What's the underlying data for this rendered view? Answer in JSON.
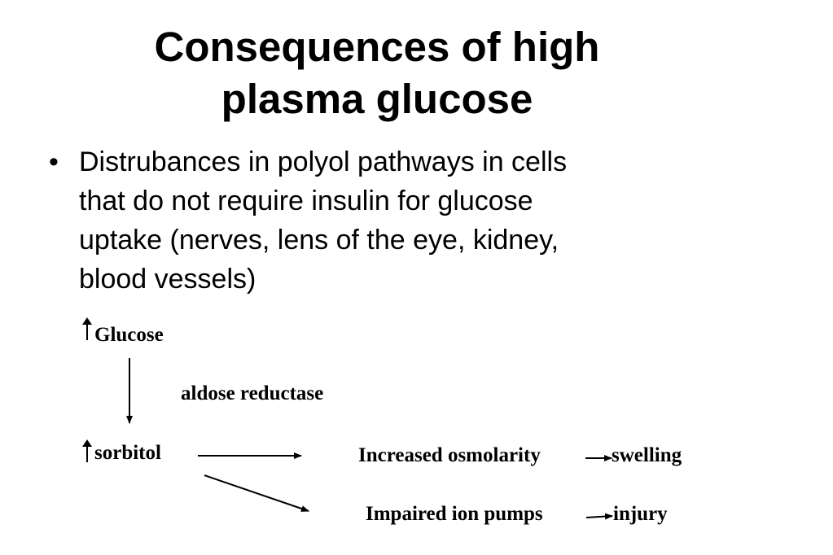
{
  "slide": {
    "title_line1": "Consequences of high",
    "title_line2": "plasma glucose",
    "bullet_char": "•",
    "bullet_lines": [
      "Distrubances in polyol pathways in cells",
      "that do not require insulin for glucose",
      "uptake (nerves, lens of the eye, kidney,",
      "blood vessels)"
    ]
  },
  "diagram": {
    "glucose": "Glucose",
    "enzyme": "aldose reductase",
    "sorbitol": "sorbitol",
    "osmolarity": "Increased osmolarity",
    "swelling": "swelling",
    "ion_pumps": "Impaired ion pumps",
    "injury": "injury"
  }
}
